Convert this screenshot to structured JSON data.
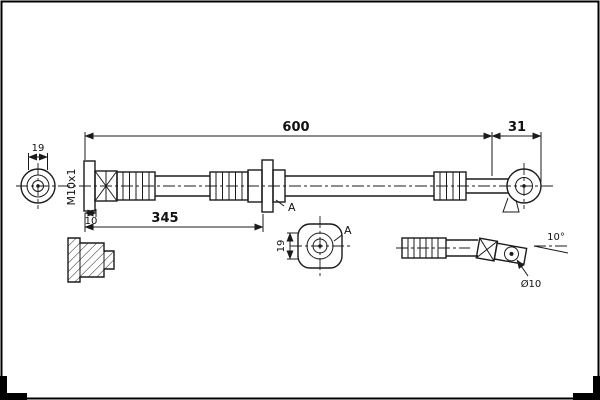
{
  "labels": {
    "dim_total_length": "600",
    "dim_end_offset": "31",
    "dim_mid_length": "345",
    "dim_left_flange_width": "19",
    "dim_bracket_thickness": "10",
    "thread_spec": "M10x1",
    "section_marker_main": "A",
    "section_marker_view": "A",
    "dim_section_width": "19",
    "dim_eye_diameter": "Ø10",
    "dim_end_angle": "10°"
  }
}
